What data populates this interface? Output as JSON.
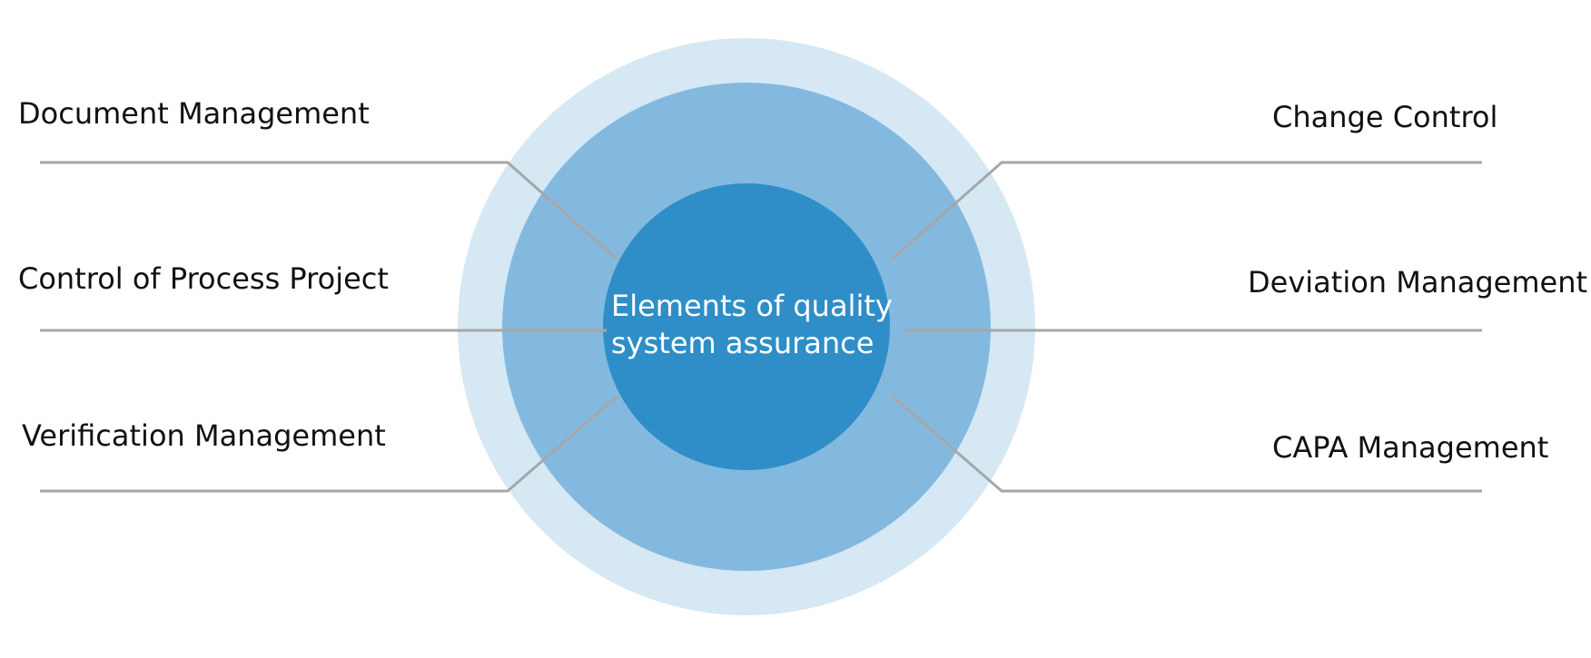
{
  "diagram": {
    "center": {
      "line1": "Elements of quality",
      "line2": "system assurance"
    },
    "left_items": [
      {
        "label": "Document Management"
      },
      {
        "label": "Control of Process Project"
      },
      {
        "label": "Verification Management"
      }
    ],
    "right_items": [
      {
        "label": "Change Control"
      },
      {
        "label": "Deviation Management"
      },
      {
        "label": "CAPA Management"
      }
    ]
  },
  "colors": {
    "outer_ring": "#d6e8f4",
    "middle_ring": "#84b9df",
    "inner_circle": "#2f8ec7",
    "connector_line": "#a7a7a7",
    "label_text": "#111111",
    "center_text": "#ffffff"
  }
}
